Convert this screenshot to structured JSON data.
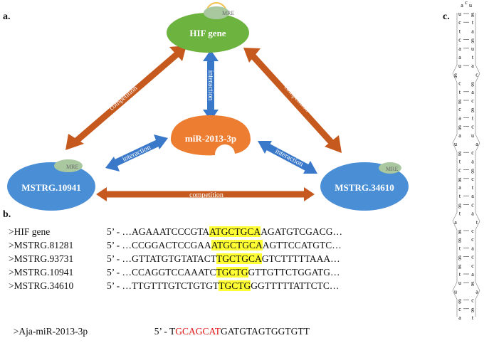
{
  "panels": {
    "a": "a.",
    "b": "b.",
    "c": "c."
  },
  "diagram": {
    "nodes": {
      "hif": "HIF gene",
      "mir": "miR-2013-3p",
      "mstrg_left": "MSTRG.10941",
      "mstrg_right": "MSTRG.34610"
    },
    "mre": "MRE",
    "edges": {
      "competition_left": "competition",
      "competition_right": "competition",
      "competition_bottom": "competition",
      "interaction_top": "interaction",
      "interaction_left": "interaction",
      "interaction_right": "interaction"
    },
    "colors": {
      "green": "#6db33f",
      "orange": "#ed7d31",
      "blue": "#4a8fd6",
      "brown_arrow": "#c65a1e",
      "blue_arrow": "#3a78c9"
    }
  },
  "sequences": [
    {
      "name": ">HIF gene",
      "prefix": "5’ - …AGAAATCCCGTA",
      "match": "ATGCTGCA",
      "suffix": "AGATGTCGACG…"
    },
    {
      "name": ">MSTRG.81281",
      "prefix": "5’ - …CCGGACTCCGAA",
      "match": "ATGCTGCA",
      "suffix": "AGTTCCATGTC…"
    },
    {
      "name": ">MSTRG.93731",
      "prefix": "5’ - …GTTATGTGTATACT",
      "match": "TGCTGCA",
      "suffix": "GTCTTTTTAAA…"
    },
    {
      "name": ">MSTRG.10941",
      "prefix": "5’ - …CCAGGTCCAAATC",
      "match": "TGCTG",
      "suffix": "GTTGTTCTGGATG…"
    },
    {
      "name": ">MSTRG.34610",
      "prefix": "5’ - …TTGTTTGTCTGTGT",
      "match": "TGCTG",
      "suffix": "GGTTTTTATTCTC…"
    }
  ],
  "mirna": {
    "name": ">Aja-miR-2013-3p",
    "prefix": "5’ - T",
    "seed": "GCAGCAT",
    "suffix": "GATGTAGTGGTGTT"
  },
  "hairpin": {
    "loop": [
      "a",
      "c",
      "u"
    ],
    "left_stem": [
      "u",
      "c",
      "t",
      "c",
      "a",
      "a",
      "u",
      "g",
      "c",
      "t",
      "g",
      "c",
      "a",
      "g",
      "a",
      "u",
      "g",
      "t",
      "c",
      "g",
      "a",
      "t",
      "g",
      "t",
      "a",
      "g",
      "g",
      "t",
      "g",
      "g",
      "t",
      "u",
      "u",
      "g",
      "c",
      "a"
    ],
    "right_stem": [
      "g",
      "t",
      "a",
      "g",
      "u",
      "t",
      "a",
      "c",
      "g",
      "a",
      "c",
      "g",
      "t",
      "c",
      "u",
      "a",
      "c",
      "a",
      "g",
      "c",
      "t",
      "a",
      "c",
      "a",
      "t",
      "c",
      "c",
      "a",
      "c",
      "c",
      "a",
      "g",
      "a",
      "c",
      "g",
      "t"
    ]
  }
}
